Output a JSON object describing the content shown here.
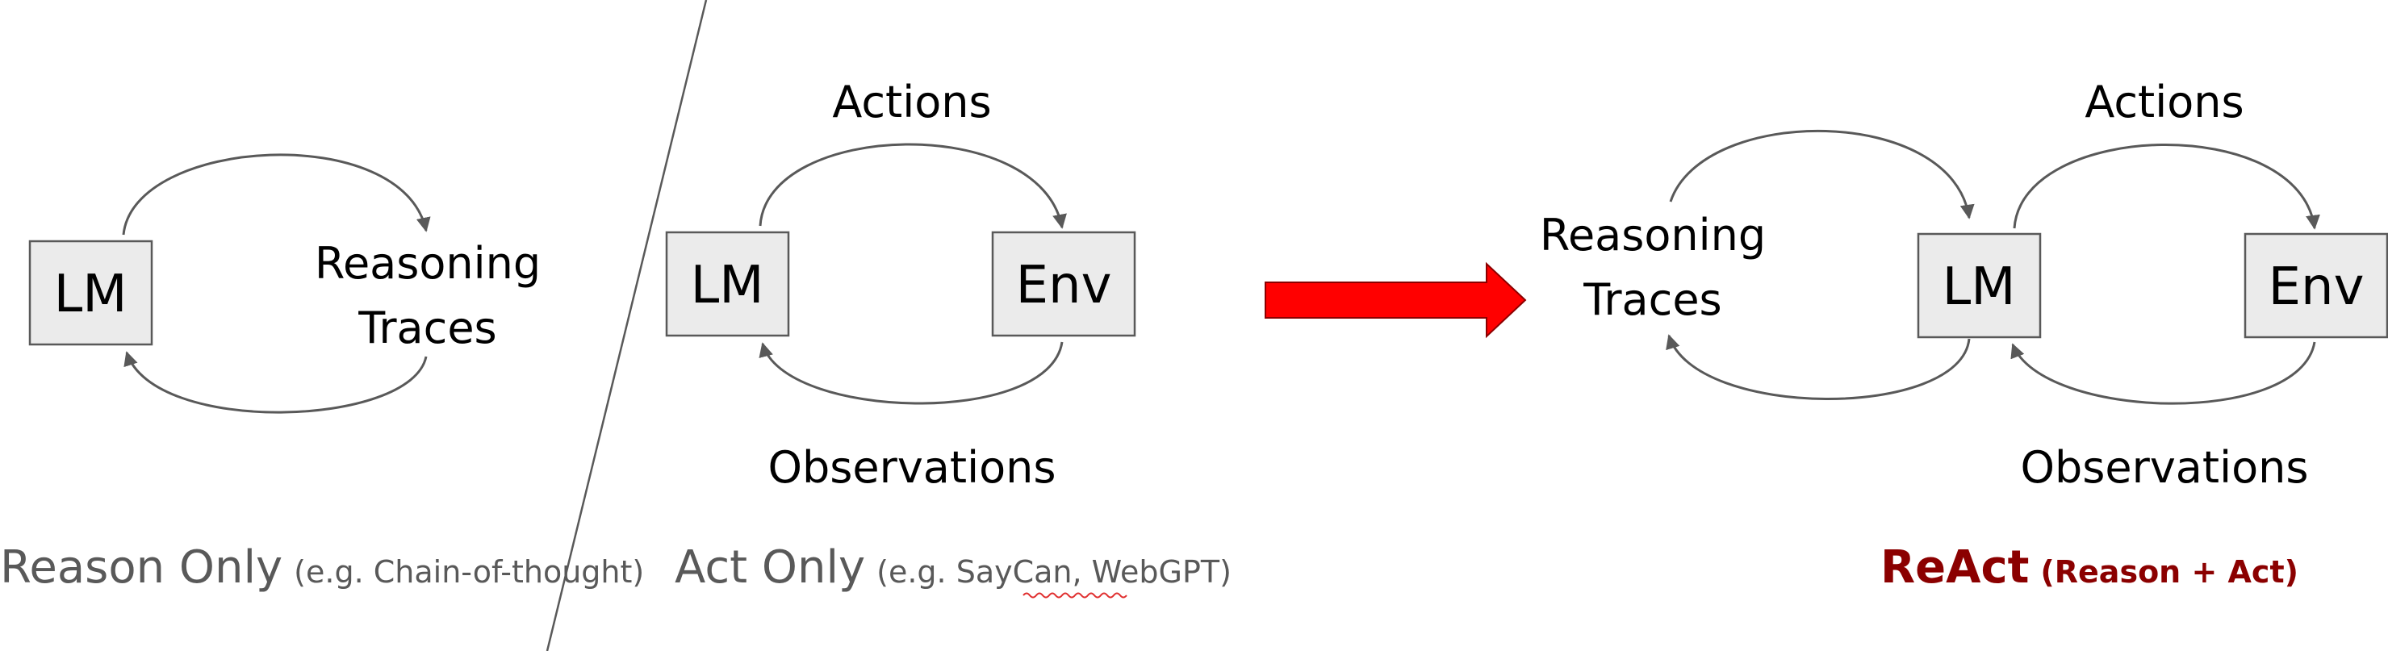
{
  "colors": {
    "box_fill": "#ebebeb",
    "box_stroke": "#595959",
    "arrow_stroke": "#595959",
    "caption": "#595959",
    "react_caption": "#8b0000",
    "big_arrow": "#ff0000",
    "spellcheck_underline": "#e03030"
  },
  "reason_only": {
    "lm": "LM",
    "reasoning": "Reasoning",
    "traces": "Traces",
    "caption_main": "Reason Only",
    "caption_sub": "(e.g. Chain-of-thought)"
  },
  "act_only": {
    "lm": "LM",
    "env": "Env",
    "actions": "Actions",
    "observations": "Observations",
    "caption_main": "Act Only",
    "caption_sub_prefix": "(e.g. SayCan, ",
    "caption_sub_underlined": "WebGPT",
    "caption_sub_suffix": ")"
  },
  "react": {
    "lm": "LM",
    "env": "Env",
    "reasoning": "Reasoning",
    "traces": "Traces",
    "actions": "Actions",
    "observations": "Observations",
    "caption_main": "ReAct",
    "caption_sub": "(Reason + Act)"
  }
}
